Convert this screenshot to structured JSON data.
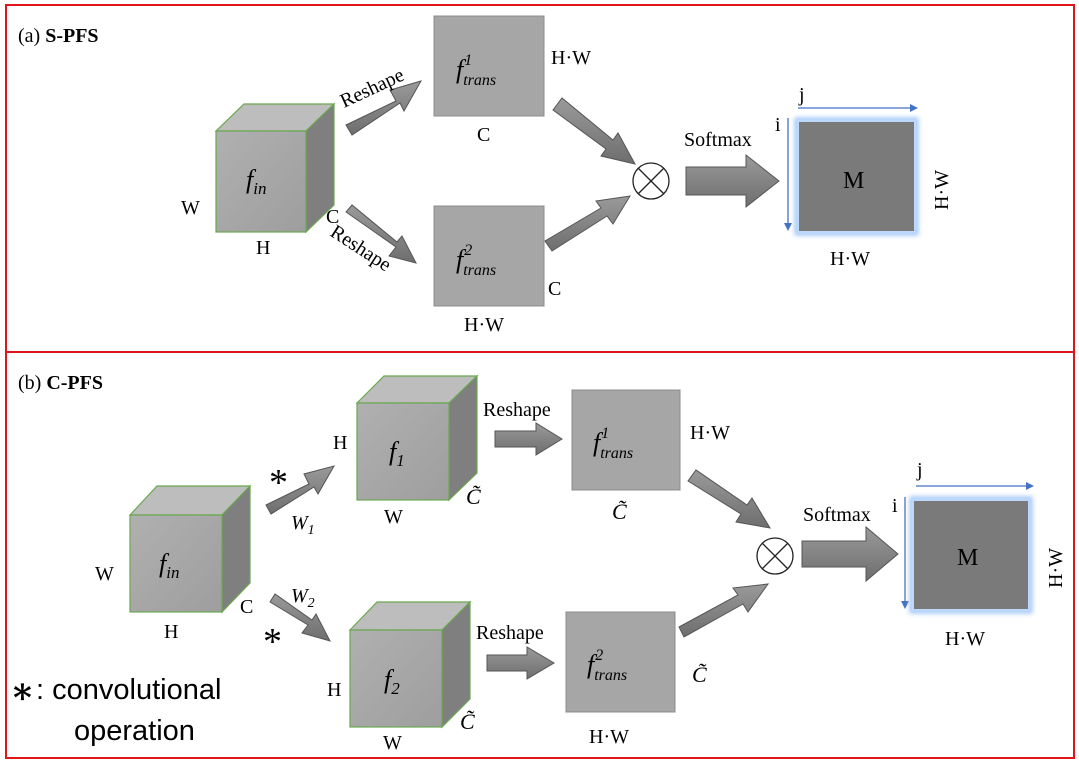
{
  "panel_a": {
    "tag": "(a) ",
    "name": "S-PFS",
    "fin": {
      "base": "f",
      "sub": "in",
      "w": "W",
      "h": "H",
      "c": "C"
    },
    "reshape": "Reshape",
    "ftrans1": {
      "base": "f",
      "sub": "trans",
      "sup": "1",
      "right": "H·W",
      "below": "C"
    },
    "ftrans2": {
      "base": "f",
      "sub": "trans",
      "sup": "2",
      "right": "C",
      "below": "H·W"
    },
    "softmax": "Softmax",
    "matrix": {
      "label": "M",
      "j": "j",
      "i": "i",
      "side": "H·W",
      "below": "H·W"
    }
  },
  "panel_b": {
    "tag": "(b) ",
    "name": "C-PFS",
    "fin": {
      "base": "f",
      "sub": "in",
      "w": "W",
      "h": "H",
      "c": "C"
    },
    "conv1": {
      "star": "*",
      "wbase": "W",
      "wsub": "1"
    },
    "conv2": {
      "star": "*",
      "wbase": "W",
      "wsub": "2"
    },
    "f1": {
      "base": "f",
      "sub": "1",
      "h": "H",
      "w": "W",
      "c": "C̃"
    },
    "f2": {
      "base": "f",
      "sub": "2",
      "h": "H",
      "w": "W",
      "c": "C̃"
    },
    "reshape": "Reshape",
    "ftrans1": {
      "base": "f",
      "sub": "trans",
      "sup": "1",
      "right": "H·W",
      "below": "C̃"
    },
    "ftrans2": {
      "base": "f",
      "sub": "trans",
      "sup": "2",
      "right": "C̃",
      "below": "H·W"
    },
    "softmax": "Softmax",
    "matrix": {
      "label": "M",
      "j": "j",
      "i": "i",
      "side": "H·W",
      "below": "H·W"
    },
    "legend": {
      "star": "∗",
      "line1": ": convolutional",
      "line2": "operation"
    }
  },
  "colors": {
    "border": "#e0141b",
    "box": "#a6a6a6",
    "box_dark": "#7f7f7f",
    "arrow": "#808080",
    "blue": "#4472c4"
  }
}
